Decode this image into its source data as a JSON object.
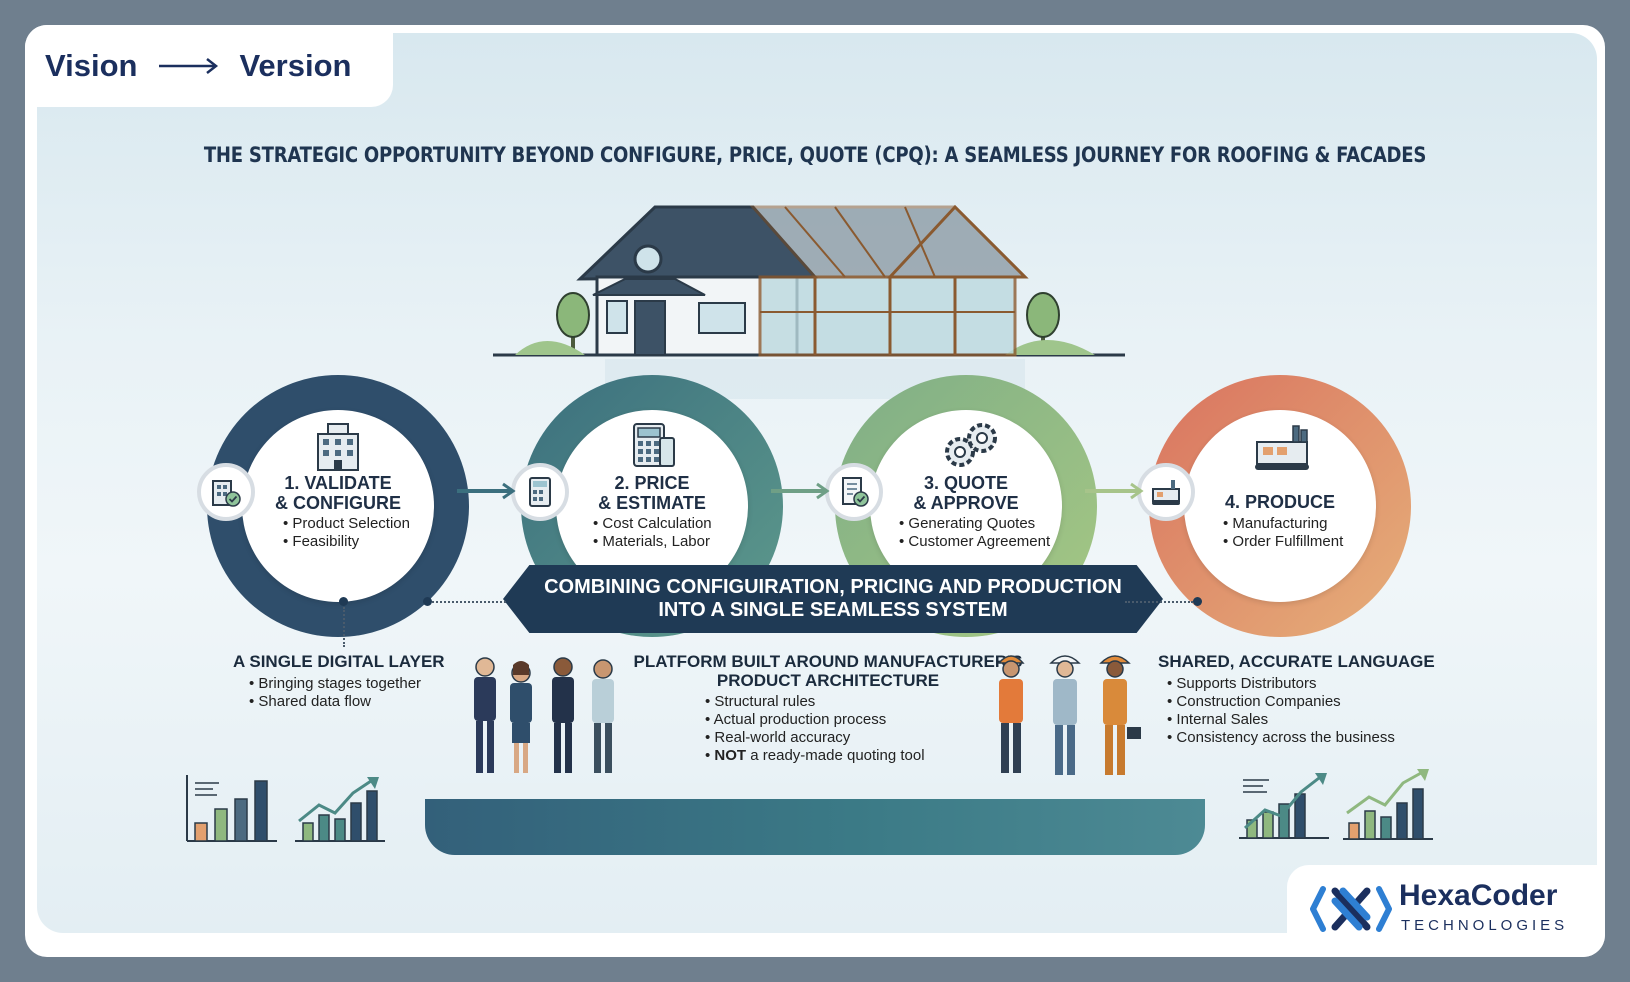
{
  "brand": {
    "from": "Vision",
    "to": "Version"
  },
  "title": "THE STRATEGIC OPPORTUNITY BEYOND CONFIGURE, PRICE, QUOTE (CPQ): A SEAMLESS JOURNEY FOR ROOFING & FACADES",
  "steps": [
    {
      "title": "1. VALIDATE\n& CONFIGURE",
      "items": [
        "Product Selection",
        "Feasibility"
      ],
      "color": "#2f4e6b"
    },
    {
      "title": "2. PRICE\n& ESTIMATE",
      "items": [
        "Cost Calculation",
        "Materials, Labor"
      ],
      "color": "#4c8a86"
    },
    {
      "title": "3. QUOTE\n& APPROVE",
      "items": [
        "Generating Quotes",
        "Customer Agreement"
      ],
      "color": "#8fb87f"
    },
    {
      "title": "4. PRODUCE",
      "items": [
        "Manufacturing",
        "Order Fulfillment"
      ],
      "color": "#d9886a"
    }
  ],
  "banner": {
    "line1": "COMBINING CONFIGUIRATION, PRICING AND PRODUCTION",
    "line2": "INTO A SINGLE SEAMLESS SYSTEM"
  },
  "left_block": {
    "title": "A SINGLE DIGITAL LAYER",
    "items": [
      "Bringing stages together",
      "Shared data flow"
    ]
  },
  "center_block": {
    "title": "PLATFORM BUILT AROUND MANUFACTURER'S\nPRODUCT ARCHITECTURE",
    "items": [
      "Structural rules",
      "Actual production process",
      "Real-world accuracy"
    ],
    "not_bold": "NOT",
    "not_rest": " a ready-made quoting tool"
  },
  "right_block": {
    "title": "SHARED, ACCURATE LANGUAGE",
    "items": [
      "Supports Distributors",
      "Construction Companies",
      "Internal Sales",
      "Consistency across the business"
    ]
  },
  "logo": {
    "name": "HexaCoder",
    "sub": "TECHNOLOGIES"
  },
  "colors": {
    "navy": "#1b2f5e",
    "banner": "#1f3a55",
    "accent_blue": "#2e7fd3"
  }
}
